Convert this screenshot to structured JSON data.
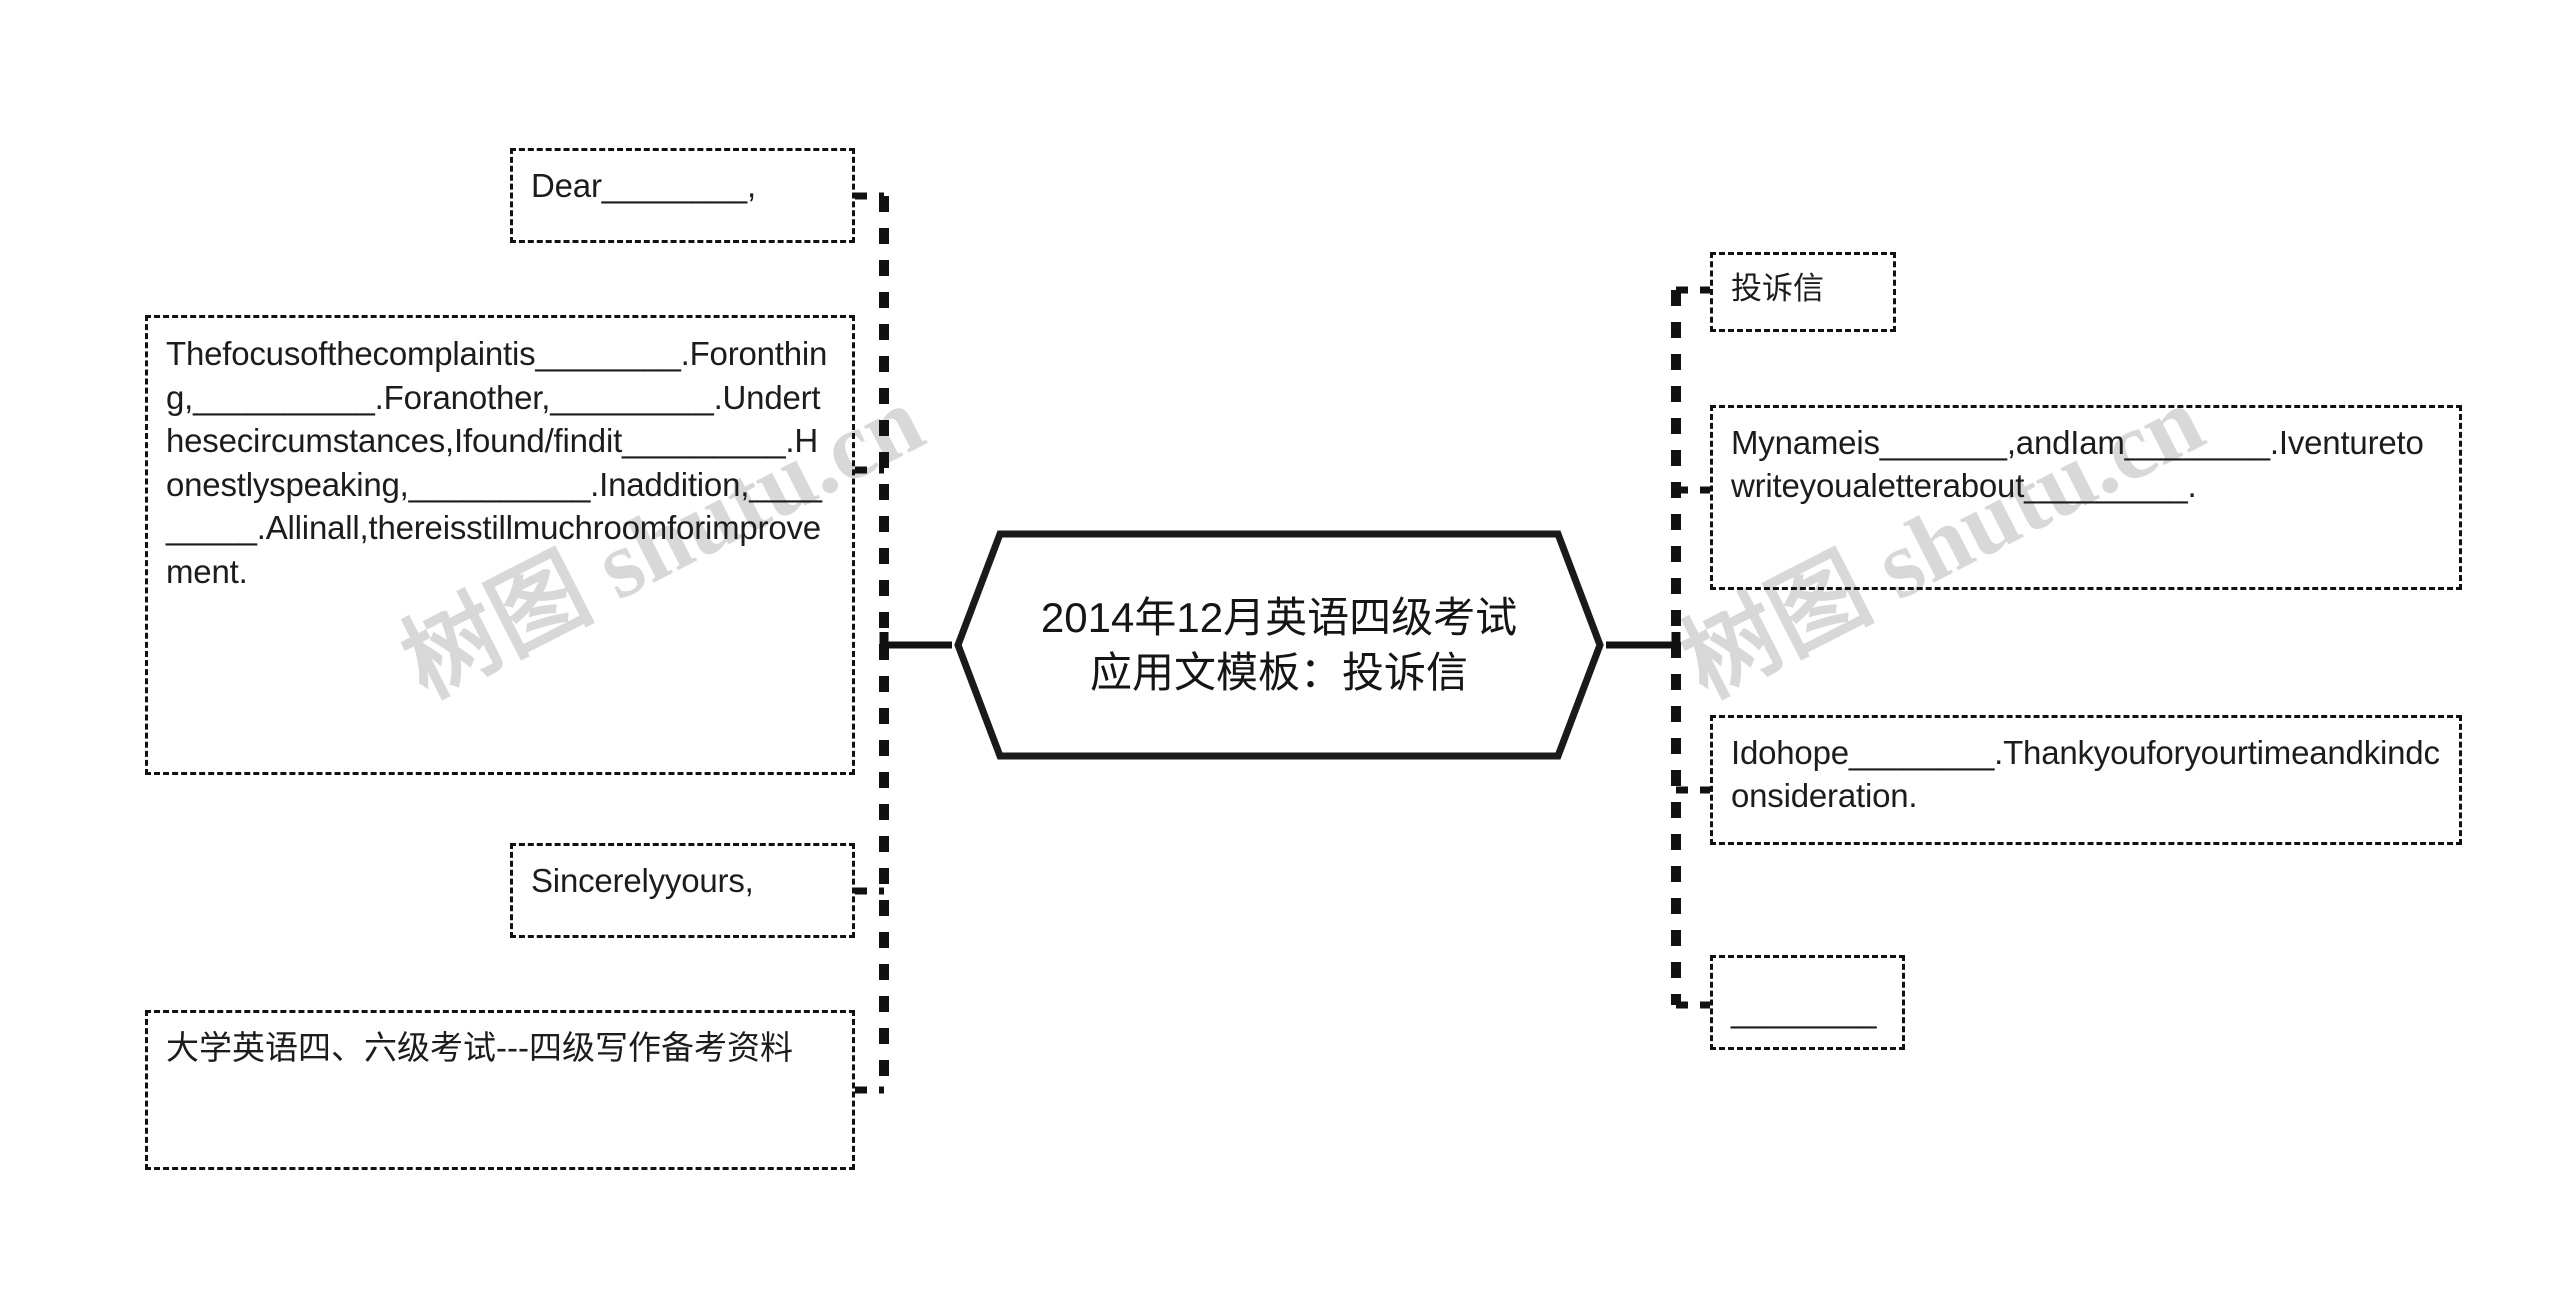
{
  "theme": {
    "node_border_color": "#111111",
    "center_border_color": "#1a1a1a",
    "text_color": "#1c1c1c",
    "watermark_color": "#d8d8d8",
    "background": "#ffffff"
  },
  "watermark": {
    "text": "树图 shutu.cn",
    "instances": [
      "树图 shutu.cn",
      "树图 shutu.cn"
    ]
  },
  "center": {
    "line1": "2014年12月英语四级考试",
    "line2": "应用文模板：投诉信",
    "shape": "hexagon"
  },
  "left_branch": {
    "nodes": [
      {
        "id": "salutation",
        "text": "Dear________,"
      },
      {
        "id": "body-paragraph",
        "text": "Thefocusofthecomplaintis________.Foronthing,__________.Foranother,_________.Underthesecircumstances,Ifound/findit_________.Honestlyspeaking,__________.Inaddition,_________.Allinall,thereisstillmuchroomforimprovement."
      },
      {
        "id": "closing",
        "text": "Sincerelyyours,"
      },
      {
        "id": "source-note",
        "text": "大学英语四、六级考试---四级写作备考资料"
      }
    ]
  },
  "right_branch": {
    "nodes": [
      {
        "id": "title-label",
        "text": "投诉信"
      },
      {
        "id": "opening",
        "text": "Mynameis_______,andIam________.Iventuretowriteyoualetterabout_________."
      },
      {
        "id": "hope-thanks",
        "text": "Idohope________.Thankyouforyourtimeandkindconsideration."
      },
      {
        "id": "blank-node",
        "text": "________"
      }
    ]
  }
}
